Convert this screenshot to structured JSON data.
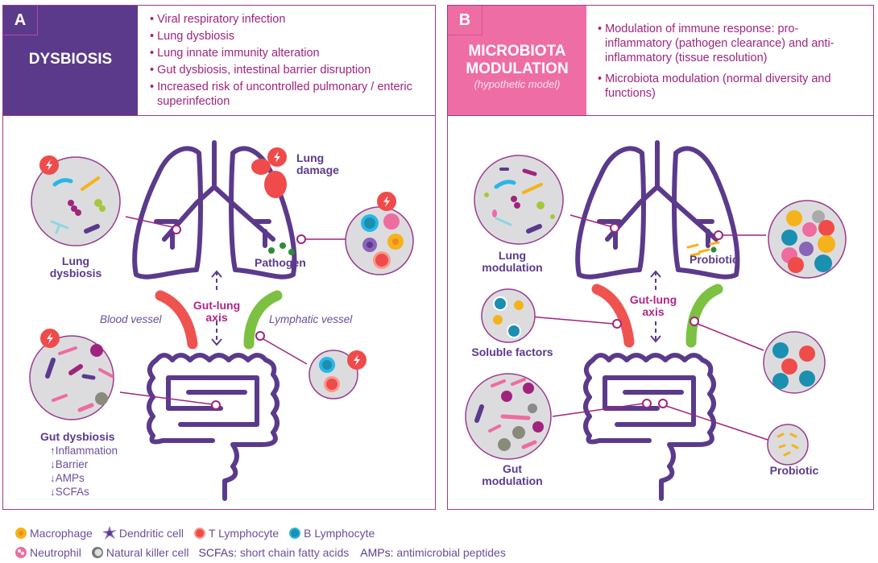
{
  "panel_a": {
    "letter": "A",
    "title": "DYSBIOSIS",
    "color": "#5b3a8c",
    "bullets": [
      "Viral respiratory infection",
      "Lung dysbiosis",
      "Lung innate immunity alteration",
      "Gut dysbiosis, intestinal barrier disruption",
      "Increased risk of uncontrolled pulmonary / enteric superinfection"
    ],
    "labels": {
      "lung_damage": "Lung damage",
      "pathogen": "Pathogen",
      "lung_dysbiosis": "Lung dysbiosis",
      "blood_vessel": "Blood vessel",
      "lymphatic_vessel": "Lymphatic vessel",
      "axis": "Gut-lung axis",
      "gut_dysbiosis": "Gut dysbiosis"
    },
    "gut_effects": [
      {
        "arrow": "↑",
        "text": "Inflammation"
      },
      {
        "arrow": "↓",
        "text": "Barrier"
      },
      {
        "arrow": "↓",
        "text": "AMPs"
      },
      {
        "arrow": "↓",
        "text": "SCFAs"
      }
    ]
  },
  "panel_b": {
    "letter": "B",
    "title": "MICROBIOTA MODULATION",
    "subtitle": "(hypothetic model)",
    "color": "#ef6da5",
    "bullets": [
      "Modulation of immune response: pro-inflammatory (pathogen clearance) and anti-inflammatory (tissue resolution)",
      "Microbiota modulation (normal diversity and functions)"
    ],
    "labels": {
      "lung_modulation": "Lung modulation",
      "probiotic_lung": "Probiotic",
      "soluble_factors": "Soluble factors",
      "axis": "Gut-lung axis",
      "gut_modulation": "Gut modulation",
      "probiotic_gut": "Probiotic"
    }
  },
  "legend": {
    "cells": [
      {
        "icon": "macrophage-icon",
        "label": "Macrophage",
        "color": "#f5b21b"
      },
      {
        "icon": "dendritic-cell-icon",
        "label": "Dendritic cell",
        "color": "#8a64b8"
      },
      {
        "icon": "t-lymphocyte-icon",
        "label": "T Lymphocyte",
        "color": "#ef4b4b"
      },
      {
        "icon": "b-lymphocyte-icon",
        "label": "B Lymphocyte",
        "color": "#1b8fb0"
      },
      {
        "icon": "neutrophil-icon",
        "label": "Neutrophil",
        "color": "#ee6c9f"
      },
      {
        "icon": "natural-killer-cell-icon",
        "label": "Natural killer cell",
        "color": "#8a8a8a"
      }
    ],
    "abbreviations": [
      {
        "abbr": "SCFAs:",
        "text": "short chain fatty acids"
      },
      {
        "abbr": "AMPs:",
        "text": "antimicrobial peptides"
      }
    ]
  },
  "colors": {
    "organ": "#5b3a8c",
    "border": "#9b3a8e",
    "blood": "#ef5350",
    "lymph": "#7cc142",
    "warning": "#ef4b4b",
    "pathogen": "#2e8b3a",
    "circle_bg": "#dcdcdf"
  }
}
